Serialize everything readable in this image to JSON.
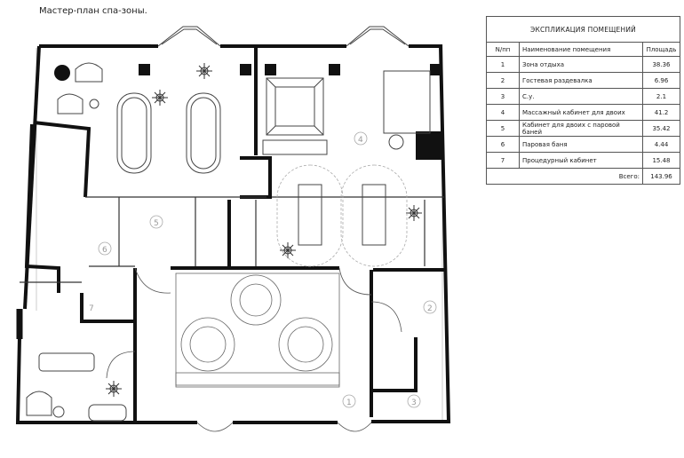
{
  "plan_title": "Мастер-план спа-зоны.",
  "legend": {
    "caption": "ЭКСПЛИКАЦИЯ ПОМЕЩЕНИЙ",
    "columns": [
      "N/пп",
      "Наименование помещения",
      "Площадь"
    ],
    "rows": [
      {
        "n": "1",
        "name": "Зона отдыха",
        "area": "38.36"
      },
      {
        "n": "2",
        "name": "Гостевая раздевалка",
        "area": "6.96"
      },
      {
        "n": "3",
        "name": "С.у.",
        "area": "2.1"
      },
      {
        "n": "4",
        "name": "Массажный кабинет для двоих",
        "area": "41.2"
      },
      {
        "n": "5",
        "name": "Кабинет для двоих с паровой баней",
        "area": "35.42"
      },
      {
        "n": "6",
        "name": "Паровая баня",
        "area": "4.44"
      },
      {
        "n": "7",
        "name": "Процедурный кабинет",
        "area": "15.48"
      }
    ],
    "total_label": "Всего:",
    "total_value": "143.96"
  },
  "room_numbers": [
    "1",
    "2",
    "3",
    "4",
    "5",
    "6",
    "7"
  ]
}
